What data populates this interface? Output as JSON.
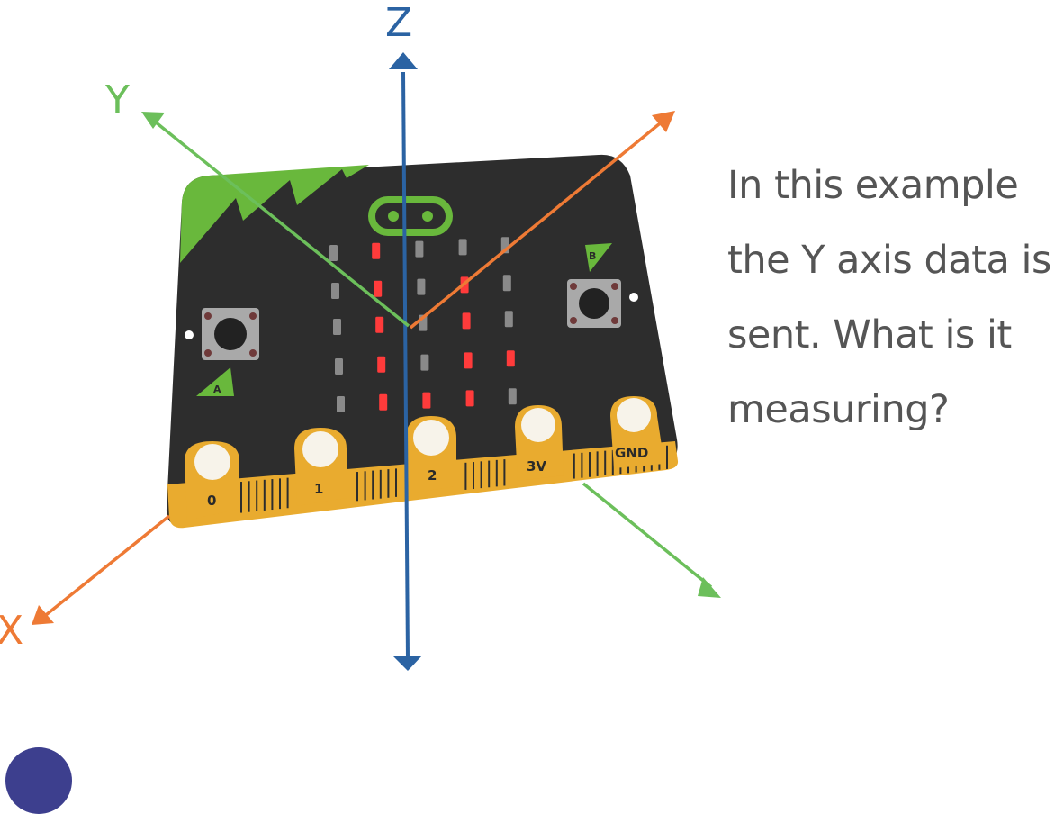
{
  "axes": {
    "z": {
      "label": "Z",
      "color": "#2b63a3"
    },
    "y": {
      "label": "Y",
      "color": "#6cbf5b"
    },
    "x": {
      "label": "X",
      "color": "#ee7a35"
    }
  },
  "board": {
    "pins": [
      "0",
      "1",
      "2",
      "3V",
      "GND"
    ],
    "buttons": {
      "a": "A",
      "b": "B"
    },
    "colors": {
      "body": "#2d2d2d",
      "edge": "#e9ab2f",
      "corner": "#69b83c",
      "led_on": "#ff3b3b",
      "led_off": "#8a8a8a"
    }
  },
  "caption": {
    "lines": [
      "In this example",
      "the Y axis data is",
      "sent. What is it",
      "measuring?"
    ]
  }
}
